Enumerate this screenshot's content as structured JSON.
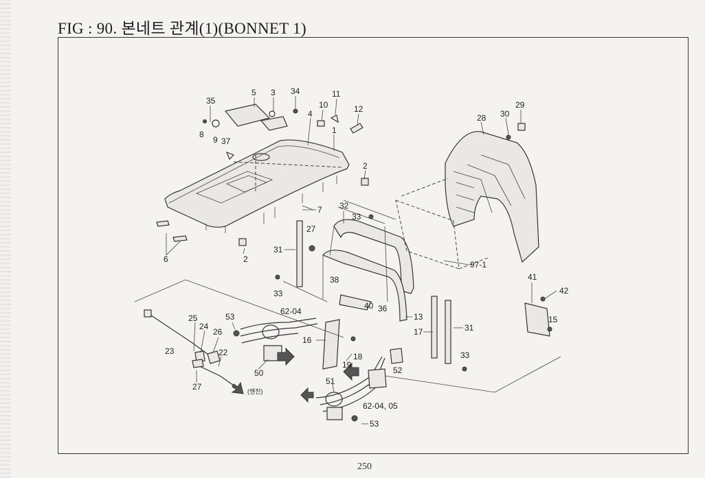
{
  "figure": {
    "title": "FIG : 90. 본네트 관계(1)(BONNET 1)",
    "page_number": "250"
  },
  "callouts": [
    {
      "id": "c35",
      "text": "35"
    },
    {
      "id": "c5",
      "text": "5"
    },
    {
      "id": "c3",
      "text": "3"
    },
    {
      "id": "c34",
      "text": "34"
    },
    {
      "id": "c11",
      "text": "11"
    },
    {
      "id": "c10",
      "text": "10"
    },
    {
      "id": "c4",
      "text": "4"
    },
    {
      "id": "c12",
      "text": "12"
    },
    {
      "id": "c8",
      "text": "8"
    },
    {
      "id": "c9",
      "text": "9"
    },
    {
      "id": "c1",
      "text": "1"
    },
    {
      "id": "c37",
      "text": "37"
    },
    {
      "id": "c2a",
      "text": "2"
    },
    {
      "id": "c7",
      "text": "7"
    },
    {
      "id": "c6",
      "text": "6"
    },
    {
      "id": "c2b",
      "text": "2"
    },
    {
      "id": "c32",
      "text": "32"
    },
    {
      "id": "c33a",
      "text": "33"
    },
    {
      "id": "c27a",
      "text": "27"
    },
    {
      "id": "c31a",
      "text": "31"
    },
    {
      "id": "c33b",
      "text": "33"
    },
    {
      "id": "c38",
      "text": "38"
    },
    {
      "id": "c40",
      "text": "40"
    },
    {
      "id": "c36",
      "text": "36"
    },
    {
      "id": "c13",
      "text": "13"
    },
    {
      "id": "c28",
      "text": "28"
    },
    {
      "id": "c30",
      "text": "30"
    },
    {
      "id": "c29",
      "text": "29"
    },
    {
      "id": "c97-1",
      "text": "97-1"
    },
    {
      "id": "c41",
      "text": "41"
    },
    {
      "id": "c42",
      "text": "42"
    },
    {
      "id": "c15",
      "text": "15"
    },
    {
      "id": "c17",
      "text": "17"
    },
    {
      "id": "c31b",
      "text": "31"
    },
    {
      "id": "c33c",
      "text": "33"
    },
    {
      "id": "c53a",
      "text": "53"
    },
    {
      "id": "c62-04",
      "text": "62-04"
    },
    {
      "id": "c25",
      "text": "25"
    },
    {
      "id": "c24",
      "text": "24"
    },
    {
      "id": "c26",
      "text": "26"
    },
    {
      "id": "c23",
      "text": "23"
    },
    {
      "id": "c22",
      "text": "22"
    },
    {
      "id": "c27b",
      "text": "27"
    },
    {
      "id": "c50",
      "text": "50"
    },
    {
      "id": "c16",
      "text": "16"
    },
    {
      "id": "c18",
      "text": "18"
    },
    {
      "id": "c19",
      "text": "19"
    },
    {
      "id": "c52",
      "text": "52"
    },
    {
      "id": "c51",
      "text": "51"
    },
    {
      "id": "c62-0405",
      "text": "62-04, 05"
    },
    {
      "id": "c53b",
      "text": "53"
    },
    {
      "id": "engine",
      "text": "(엔진)"
    }
  ]
}
